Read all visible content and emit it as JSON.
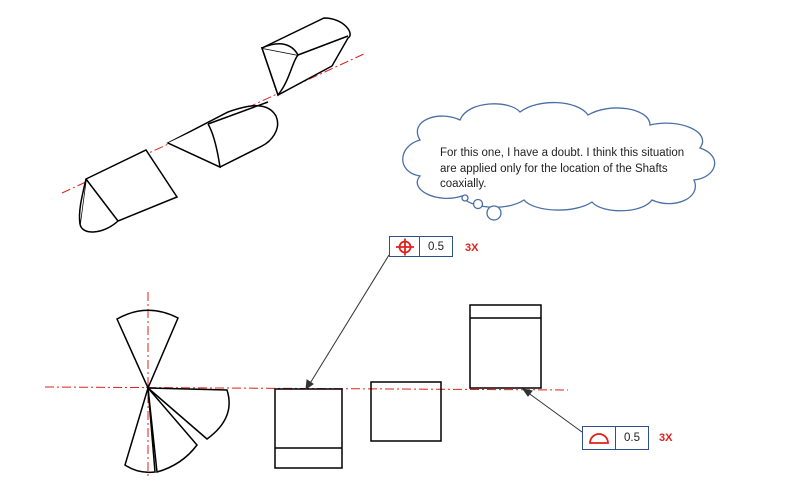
{
  "thought_bubble": {
    "text": "For this one, I have a doubt. I think this situation are applied only for the location of the Shafts coaxially."
  },
  "callouts": [
    {
      "symbol": "position-icon",
      "tolerance": "0.5",
      "multiplier": "3X"
    },
    {
      "symbol": "profile-of-surface-icon",
      "tolerance": "0.5",
      "multiplier": "3X"
    }
  ],
  "colors": {
    "centerline": "#e0201b",
    "frame_border": "#2f4f8f",
    "cloud_border": "#4a6fa5",
    "geometry": "#000000"
  }
}
